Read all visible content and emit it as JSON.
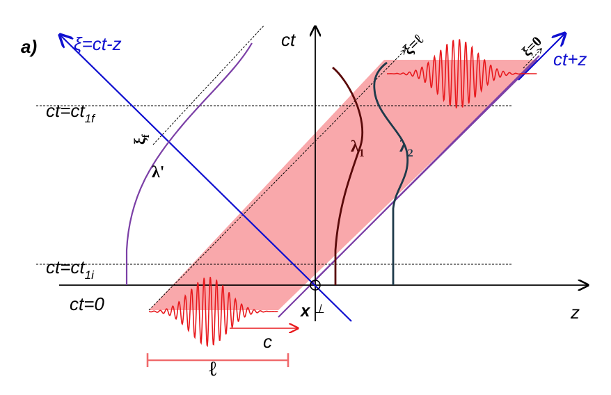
{
  "panel_label": "a)",
  "axes": {
    "time_axis": "ct",
    "space_axis": "z",
    "xi_axis": "ξ=ct-z",
    "plus_axis": "ct+z"
  },
  "time_markers": {
    "final": {
      "prefix": "ct=ct",
      "sub": "1f"
    },
    "initial": {
      "prefix": "ct=ct",
      "sub": "1i"
    },
    "zero": "ct=0"
  },
  "lines": {
    "xi_ell": "ξ=ℓ",
    "xi_zero": "ξ=0",
    "xi_f": "ξ",
    "xi_f_sub": "f"
  },
  "trajectories": {
    "lambda_prime": "λ'",
    "lambda_1": {
      "symbol": "λ",
      "sub": "1"
    },
    "lambda_2": {
      "symbol": "λ",
      "sub": "2"
    }
  },
  "labels": {
    "speed": "c",
    "length": "ℓ",
    "transverse": "x",
    "perp": "⊥"
  },
  "colors": {
    "blue": "#1010d0",
    "pulse_fill": "#f9a8ab",
    "pulse_red": "#e8191d",
    "purple": "#7b3fa6",
    "lambda1": "#5a0a0a",
    "lambda2": "#1e3a4a"
  }
}
